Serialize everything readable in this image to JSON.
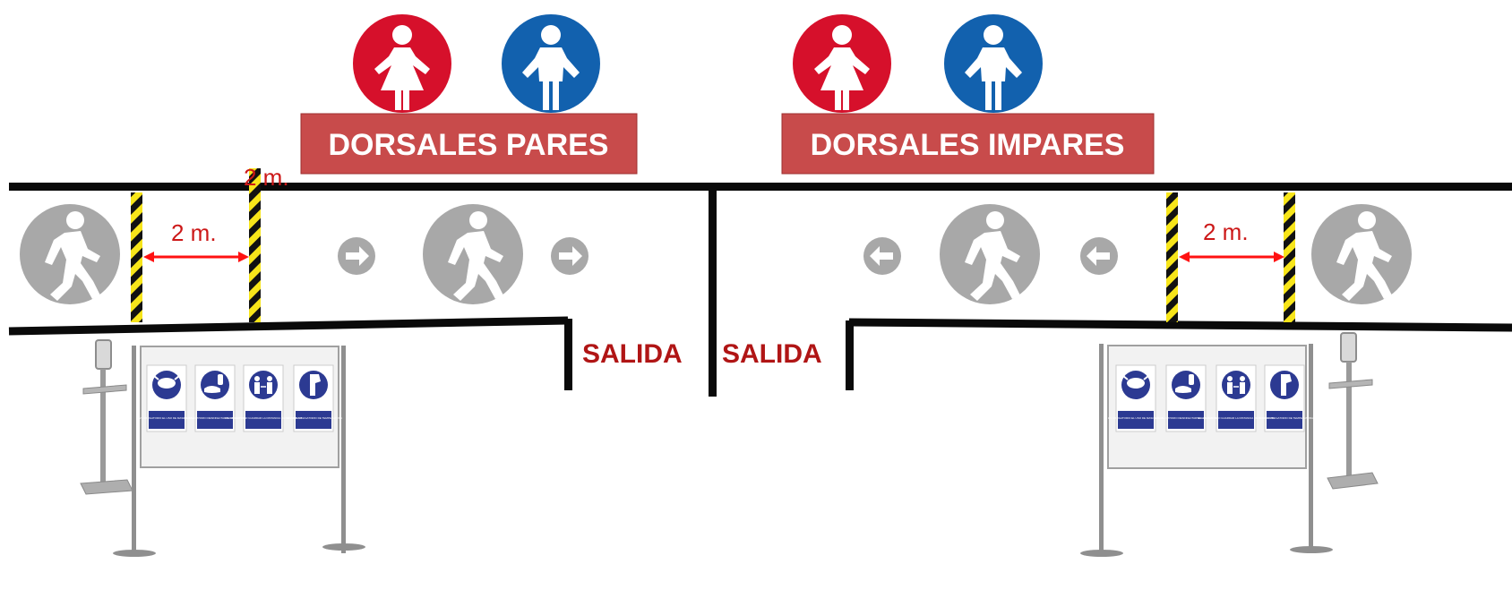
{
  "signs": {
    "pares_label": "DORSALES PARES",
    "impares_label": "DORSALES IMPARES"
  },
  "distance": {
    "top_label": "2 m.",
    "left_label": "2 m.",
    "right_label": "2 m."
  },
  "exits": {
    "left_label": "SALIDA",
    "right_label": "SALIDA"
  },
  "panels": {
    "captions": [
      "ES OBLIGATORIO EL USO DE MASCARILLA",
      "ES OBLIGATORIO DESINFECTARSE LAS MANOS",
      "ES OBLIGATORIO GUARDAR LA DISTANCIA DE SEGURIDAD",
      "CONTROL OBLIGATORIO DE TEMPERATURA"
    ],
    "captions_right": [
      "ES OBLIGATORIO EL USO DE MASCARILLA",
      "ES OBLIGATORIO DESINFECTARSE LAS MANOS",
      "ES OBLIGATORIO GUARDAR LA DISTANCIA DE SEGURIDAD",
      "CONTROL OBLIGATORIO DE TEMPERATURA"
    ]
  },
  "colors": {
    "female_red": "#d6102b",
    "male_blue": "#1261ae",
    "sign_red": "#c84b4b",
    "exit_red": "#b01515",
    "walk_gray": "#a8a8a8",
    "stripe_yellow": "#f7e51a",
    "mandatory_blue": "#2c3a92",
    "arrow_red": "#ff1111"
  },
  "icons": [
    "female-icon",
    "male-icon",
    "pedestrian-icon",
    "arrow-right-icon",
    "arrow-left-icon",
    "face-mask-icon",
    "hand-sanitizer-icon",
    "social-distance-icon",
    "thermometer-icon"
  ]
}
